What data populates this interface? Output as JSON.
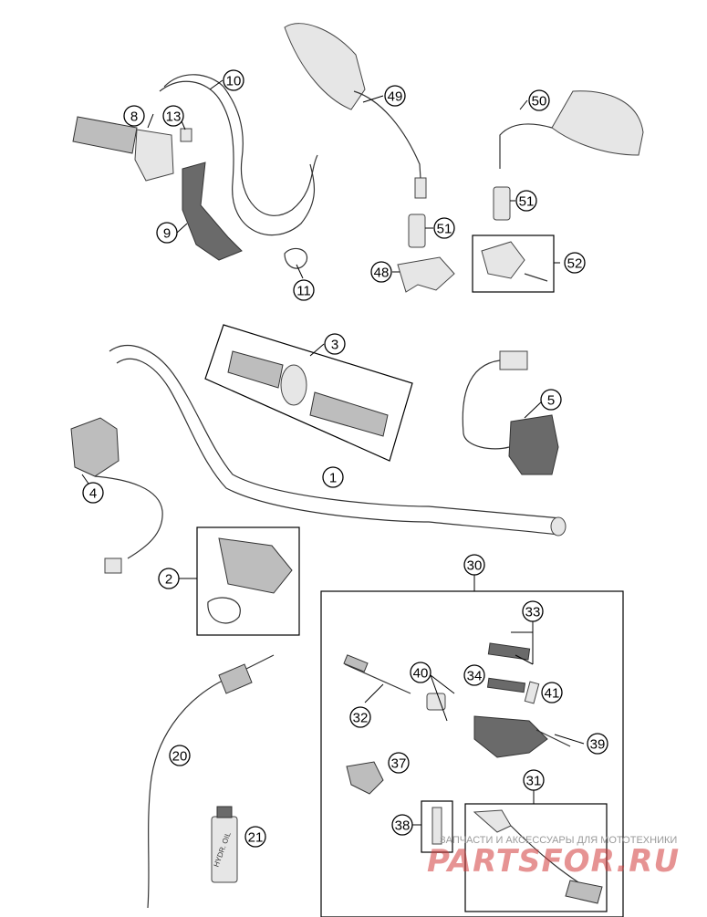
{
  "callouts": [
    {
      "id": "c1",
      "label": "1"
    },
    {
      "id": "c2",
      "label": "2"
    },
    {
      "id": "c3",
      "label": "3"
    },
    {
      "id": "c4",
      "label": "4"
    },
    {
      "id": "c5",
      "label": "5"
    },
    {
      "id": "c8",
      "label": "8"
    },
    {
      "id": "c9",
      "label": "9"
    },
    {
      "id": "c10",
      "label": "10"
    },
    {
      "id": "c11",
      "label": "11"
    },
    {
      "id": "c13",
      "label": "13"
    },
    {
      "id": "c20",
      "label": "20"
    },
    {
      "id": "c21",
      "label": "21"
    },
    {
      "id": "c30",
      "label": "30"
    },
    {
      "id": "c31",
      "label": "31"
    },
    {
      "id": "c32",
      "label": "32"
    },
    {
      "id": "c33",
      "label": "33"
    },
    {
      "id": "c34",
      "label": "34"
    },
    {
      "id": "c37",
      "label": "37"
    },
    {
      "id": "c38",
      "label": "38"
    },
    {
      "id": "c39",
      "label": "39"
    },
    {
      "id": "c40",
      "label": "40"
    },
    {
      "id": "c41",
      "label": "41"
    },
    {
      "id": "c48",
      "label": "48"
    },
    {
      "id": "c49",
      "label": "49"
    },
    {
      "id": "c50",
      "label": "50"
    },
    {
      "id": "c51a",
      "label": "51"
    },
    {
      "id": "c51b",
      "label": "51"
    },
    {
      "id": "c52",
      "label": "52"
    }
  ],
  "bottle_text": "HYDR. OIL",
  "watermark": {
    "tagline": "ЗАПЧАСТИ И АКСЕССУАРЫ ДЛЯ МОТОТЕХНИКИ",
    "brand": "PARTSFOR.RU"
  }
}
